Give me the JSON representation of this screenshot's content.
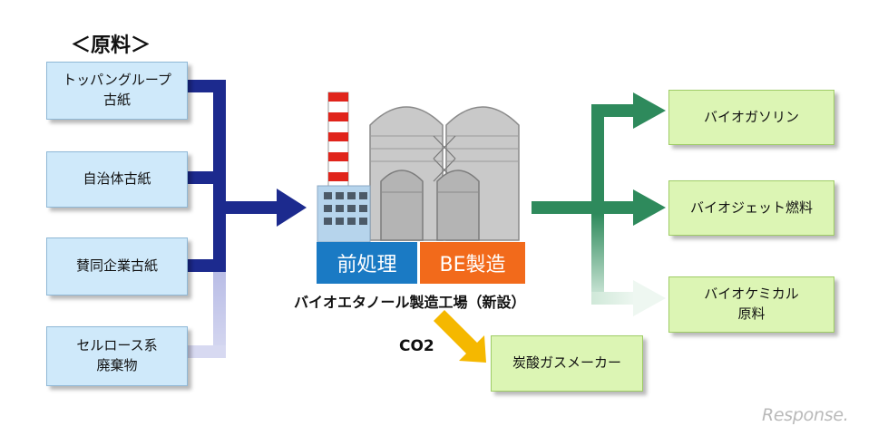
{
  "raw_materials": {
    "heading": "＜原料＞",
    "items": [
      {
        "label": "トッパングループ\n古紙"
      },
      {
        "label": "自治体古紙"
      },
      {
        "label": "賛同企業古紙"
      },
      {
        "label": "セルロース系\n廃棄物"
      }
    ]
  },
  "plant": {
    "pretreatment_label": "前処理",
    "be_label": "BE製造",
    "name": "バイオエタノール製造工場（新設）",
    "colors": {
      "pretreatment": "#1a7ac4",
      "be": "#f26a1b"
    }
  },
  "co2": {
    "label": "CO2",
    "destination": "炭酸ガスメーカー"
  },
  "products": [
    {
      "label": "バイオガソリン"
    },
    {
      "label": "バイオジェット燃料"
    },
    {
      "label": "バイオケミカル\n原料"
    }
  ],
  "watermark": "Response.",
  "colors": {
    "input_arrow": "#1c2a8e",
    "output_arrow": "#2e8a5c",
    "co2_arrow": "#f5b800"
  }
}
